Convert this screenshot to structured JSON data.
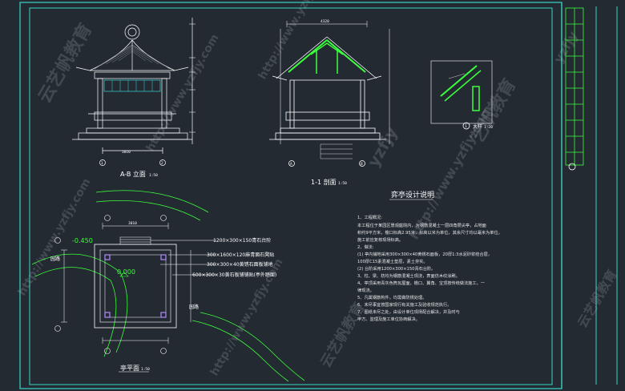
{
  "drawing": {
    "elevation_title": "A-B 立面",
    "elevation_scale": "1:50",
    "section_title": "1-1 剖面",
    "section_scale": "1:50",
    "detail_title": "大样",
    "detail_scale": "1:20",
    "plan_title": "亭平面",
    "plan_scale": "1:50",
    "notes_title": "弈亭设计说明",
    "plan_labels": {
      "level_minus": "-0.450",
      "level_zero": "0.000",
      "label_1": "1200×300×150青石台阶",
      "label_2": "300×1600×120麻青面石凳贴",
      "label_3": "300×300×40黄锈石面板铺地",
      "label_4": "600×300×30黄石板铺铺贴(亭外踏面)",
      "garden_road_1": "园路",
      "garden_road_2": "园路"
    },
    "dims": {
      "elev_width": "3010",
      "section_width": "4320",
      "plan_width": "3010"
    },
    "notes": [
      "1、工程概况:",
      "本工程位于某园区景观庭院内，为钢筋混凝土一层四角攒尖亭，占地面",
      "积约9平方米，檐口标高2.95米，标高以米为单位，其余尺寸均以毫米为单位，",
      "施工前应复核现场标高。",
      "2、做法:",
      "(1) 亭内铺地采用300×300×40黄锈石面板，20厚1:3水泥砂浆结合层，",
      "100厚C15素混凝土垫层，素土夯实。",
      "(2) 台阶采用1200×300×150青石台阶。",
      "3、柱、梁、枋均为钢筋混凝土现浇，表面仿木纹涂刷。",
      "4、亭顶采用青灰色筒瓦屋面，檐口、翼角、宝顶按传统做法施工，一",
      "律现浇。",
      "5、凡属钢筋构件，均需做防锈处理。",
      "6、未尽事宜按国家现行有关施工及验收规范执行。",
      "7、图纸未尽之处，由设计单位现场配合解决，并及时与",
      "甲方、监理及施工单位协商解决。"
    ],
    "axis_labels": [
      "1",
      "2",
      "A",
      "B"
    ],
    "watermark_1": "http://www.yzfjy.com",
    "watermark_2": "云艺帆教育",
    "watermark_3": "yzfjy",
    "watermark_4": "艺帆教育"
  }
}
